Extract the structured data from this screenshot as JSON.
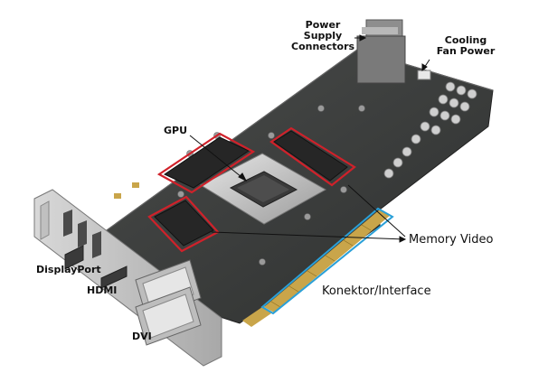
{
  "labels": {
    "power": [
      "Power",
      "Supply",
      "Connectors"
    ],
    "cooling": [
      "Cooling",
      "Fan Power"
    ],
    "gpu": "GPU",
    "memory": "Memory Video",
    "konektor": "Konektor/Interface",
    "displayport": "DisplayPort",
    "hdmi": "HDMI",
    "dvi": "DVI"
  },
  "colors": {
    "memory_box": "#d0212a",
    "interface_box": "#2aa0d8",
    "pcb": "#3a3c3b"
  }
}
